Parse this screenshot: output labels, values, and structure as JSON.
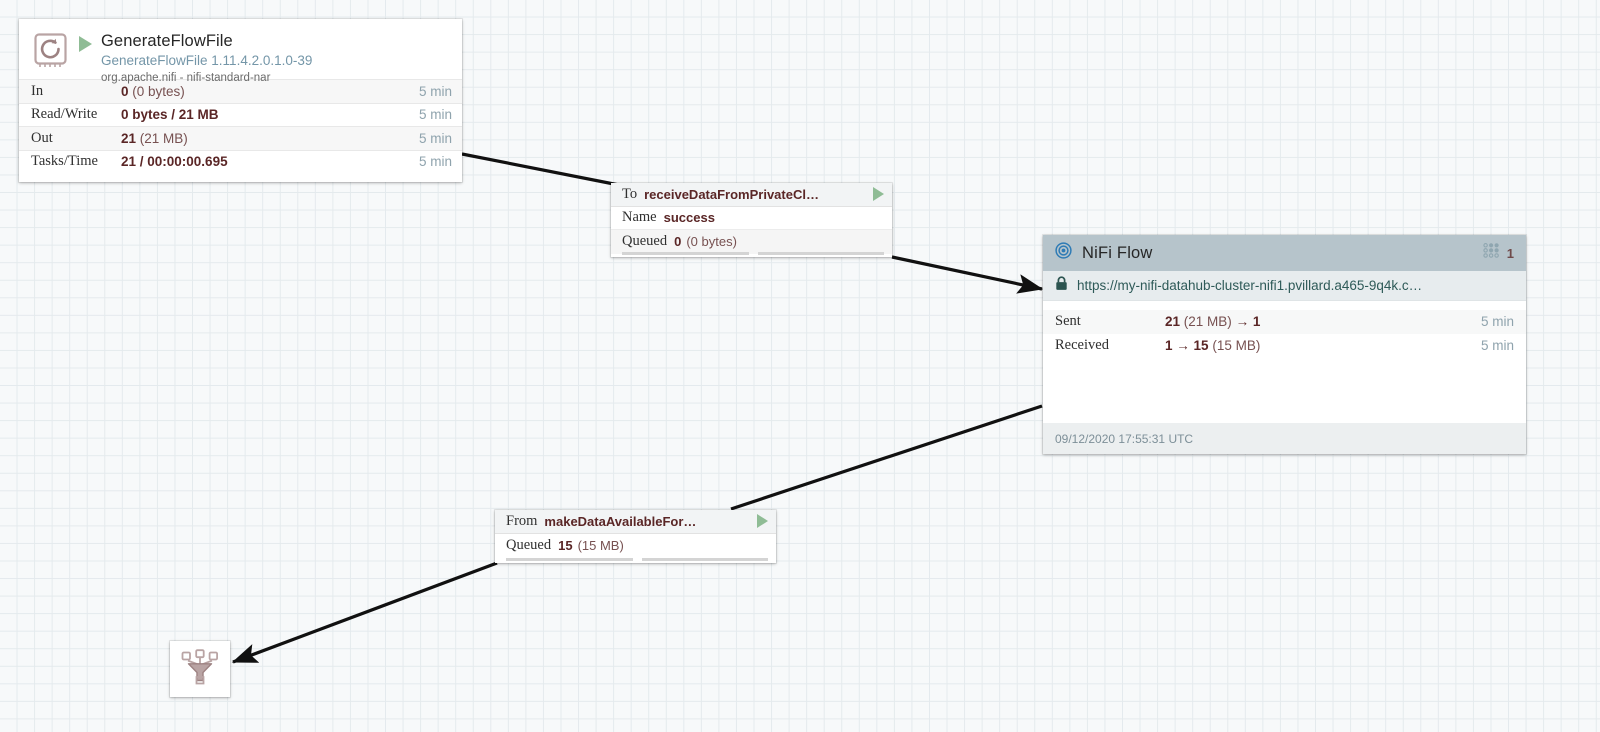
{
  "canvas": {
    "background_color": "#f7f9fa",
    "grid_color": "#e4eaed"
  },
  "processor": {
    "icon": "generate-flowfile-icon",
    "run_icon": "play-triangle-icon",
    "name": "GenerateFlowFile",
    "type": "GenerateFlowFile 1.11.4.2.0.1.0-39",
    "bundle": "org.apache.nifi - nifi-standard-nar",
    "stats": [
      {
        "label": "In",
        "value_bold": "0",
        "value_rest": "(0 bytes)",
        "time": "5 min"
      },
      {
        "label": "Read/Write",
        "value_bold": "0 bytes / 21 MB",
        "value_rest": "",
        "time": "5 min"
      },
      {
        "label": "Out",
        "value_bold": "21",
        "value_rest": "(21 MB)",
        "time": "5 min"
      },
      {
        "label": "Tasks/Time",
        "value_bold": "21 / 00:00:00.695",
        "value_rest": "",
        "time": "5 min"
      }
    ]
  },
  "connection_to": {
    "direction_label": "To",
    "target": "receiveDataFromPrivateCl…",
    "run_icon": "play-triangle-icon",
    "name_label": "Name",
    "name_value": "success",
    "queued_label": "Queued",
    "queued_bold": "0",
    "queued_rest": "(0 bytes)"
  },
  "connection_from": {
    "direction_label": "From",
    "source": "makeDataAvailableFor…",
    "run_icon": "play-triangle-icon",
    "queued_label": "Queued",
    "queued_bold": "15",
    "queued_rest": "(15 MB)"
  },
  "remote_process_group": {
    "status_icon": "target-circle-icon",
    "title": "NiFi Flow",
    "grid_icon": "remote-ports-grid-icon",
    "count": "1",
    "lock_icon": "lock-icon",
    "url": "https://my-nifi-datahub-cluster-nifi1.pvillard.a465-9q4k.c…",
    "rows": [
      {
        "label": "Sent",
        "value_bold_1": "21",
        "value_mid": "(21 MB)",
        "arrow": "→",
        "value_bold_2": "1",
        "order": "bold-first",
        "time": "5 min"
      },
      {
        "label": "Received",
        "value_bold_1": "1",
        "arrow": "→",
        "value_bold_2": "15",
        "value_mid": "(15 MB)",
        "order": "bold-last",
        "time": "5 min"
      }
    ],
    "timestamp": "09/12/2020 17:55:31 UTC"
  },
  "funnel": {
    "icon": "funnel-icon"
  },
  "links": [
    {
      "name": "link-processor-to-connection"
    },
    {
      "name": "link-connection-to-remote-group"
    },
    {
      "name": "link-remote-group-to-connection-from"
    },
    {
      "name": "link-connection-from-to-funnel"
    }
  ]
}
